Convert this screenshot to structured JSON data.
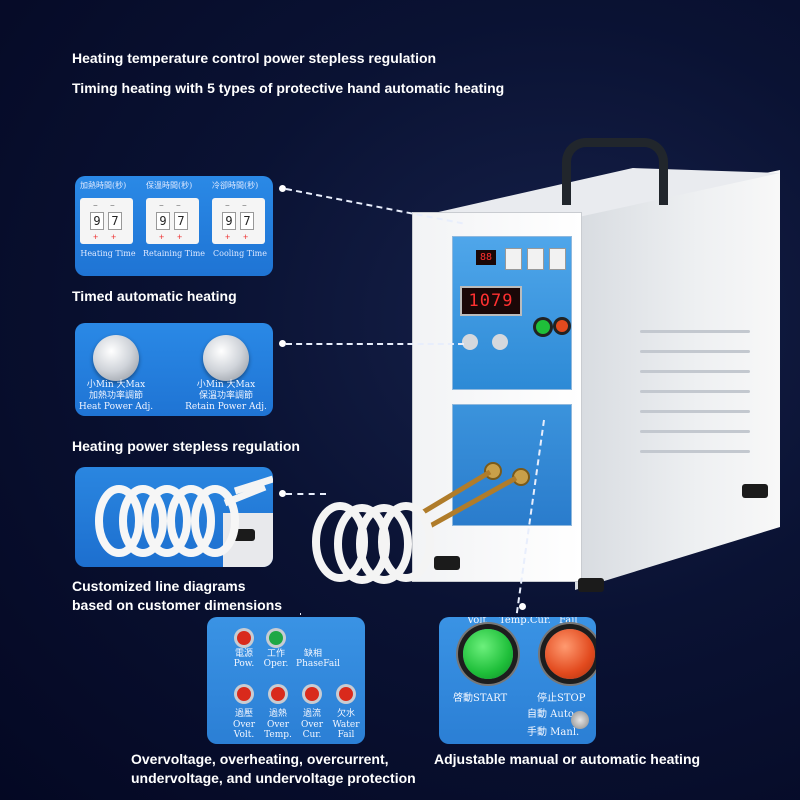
{
  "headlines": {
    "line1": "Heating temperature control power stepless regulation",
    "line2": "Timing heating with 5 types of protective hand automatic heating"
  },
  "captions": {
    "timed": "Timed automatic heating",
    "power": "Heating power stepless regulation",
    "custom_line1": "Customized line diagrams",
    "custom_line2": "based on customer dimensions",
    "protect_line1": "Overvoltage, overheating, overcurrent,",
    "protect_line2": "undervoltage, and undervoltage protection",
    "adjustable": "Adjustable manual or automatic heating"
  },
  "timer_panel": {
    "cells": [
      {
        "top_label": "加熱時間(秒)",
        "digits": [
          "9",
          "7"
        ],
        "bottom_label": "Heating Time"
      },
      {
        "top_label": "保溫時間(秒)",
        "digits": [
          "9",
          "7"
        ],
        "bottom_label": "Retaining Time"
      },
      {
        "top_label": "冷卻時間(秒)",
        "digits": [
          "9",
          "7"
        ],
        "bottom_label": "Cooling Time"
      }
    ]
  },
  "knob_panel": {
    "knob1": {
      "range": "小Min    大Max",
      "cn": "加熱功率調節",
      "en": "Heat Power Adj."
    },
    "knob2": {
      "range": "小Min    大Max",
      "cn": "保溫功率調節",
      "en": "Retain Power Adj."
    }
  },
  "machine": {
    "display_value": "1079",
    "small_display": "88"
  },
  "lamp_panel": {
    "row1": [
      {
        "cn": "電源",
        "en": "Pow.",
        "color": "#d92a1c"
      },
      {
        "cn": "工作",
        "en": "Oper.",
        "color": "#1fa845"
      },
      {
        "cn": "缺相",
        "en": "PhaseFail",
        "color": "#d92a1c"
      }
    ],
    "row2": [
      {
        "cn": "過壓",
        "en": "Over Volt.",
        "color": "#d92a1c"
      },
      {
        "cn": "過熱",
        "en": "Over Temp.",
        "color": "#d92a1c"
      },
      {
        "cn": "過流",
        "en": "Over Cur.",
        "color": "#d92a1c"
      },
      {
        "cn": "欠水",
        "en": "Water Fail",
        "color": "#d92a1c"
      }
    ]
  },
  "button_panel": {
    "top_left": "Volt",
    "top_mid": "Temp.Cur.",
    "top_right": "Fail",
    "start": "啓動START",
    "stop": "停止STOP",
    "auto": "自動 Auto.",
    "manual": "手動 Manl.",
    "start_color": "#1fbf3a",
    "stop_color": "#e24a1e"
  }
}
